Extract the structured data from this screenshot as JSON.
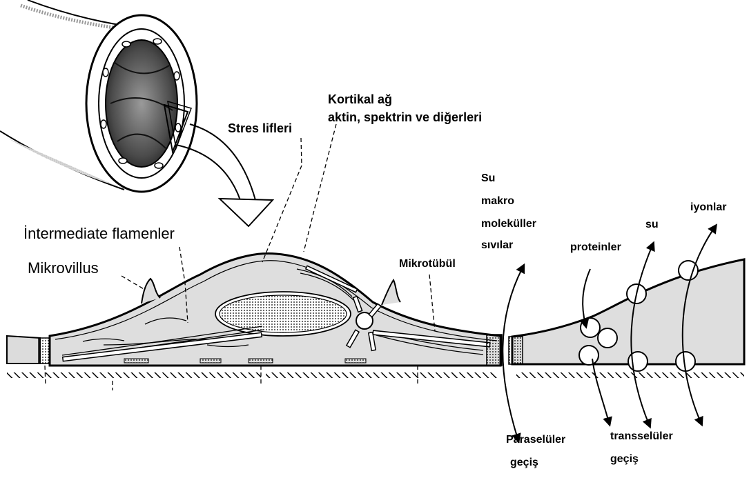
{
  "labels": {
    "kortikal_line1": "Kortikal ağ",
    "kortikal_line2": "aktin, spektrin ve diğerleri",
    "stres": "Stres lifleri",
    "intermediate": "İntermediate flamenler",
    "mikrovillus": "Mikrovillus",
    "mikrotubul": "Mikrotübül",
    "su_1": "Su",
    "makro": "makro",
    "molekuller": "moleküller",
    "sivilar": "sıvılar",
    "proteinler": "proteinler",
    "su_2": "su",
    "iyonlar": "iyonlar",
    "paraseluler": "Paraselüler",
    "gecis_1": "geçiş",
    "transseluler": "transselüler",
    "gecis_2": "geçiş"
  }
}
